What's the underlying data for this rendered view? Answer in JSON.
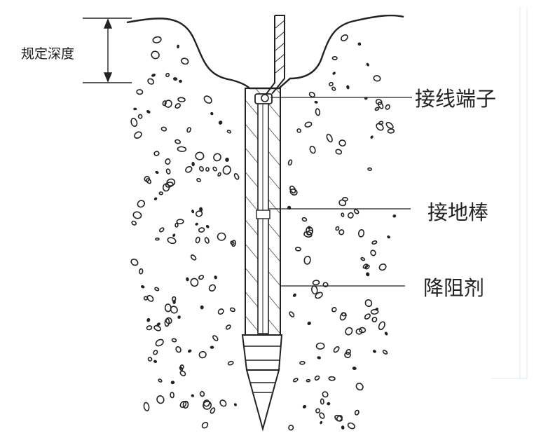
{
  "labels": {
    "depth": "规定深度",
    "terminal": "接线端子",
    "rod": "接地棒",
    "compound": "降阻剂"
  },
  "colors": {
    "ink": "#222222",
    "background": "#ffffff",
    "grid": "#dfe8f2"
  }
}
